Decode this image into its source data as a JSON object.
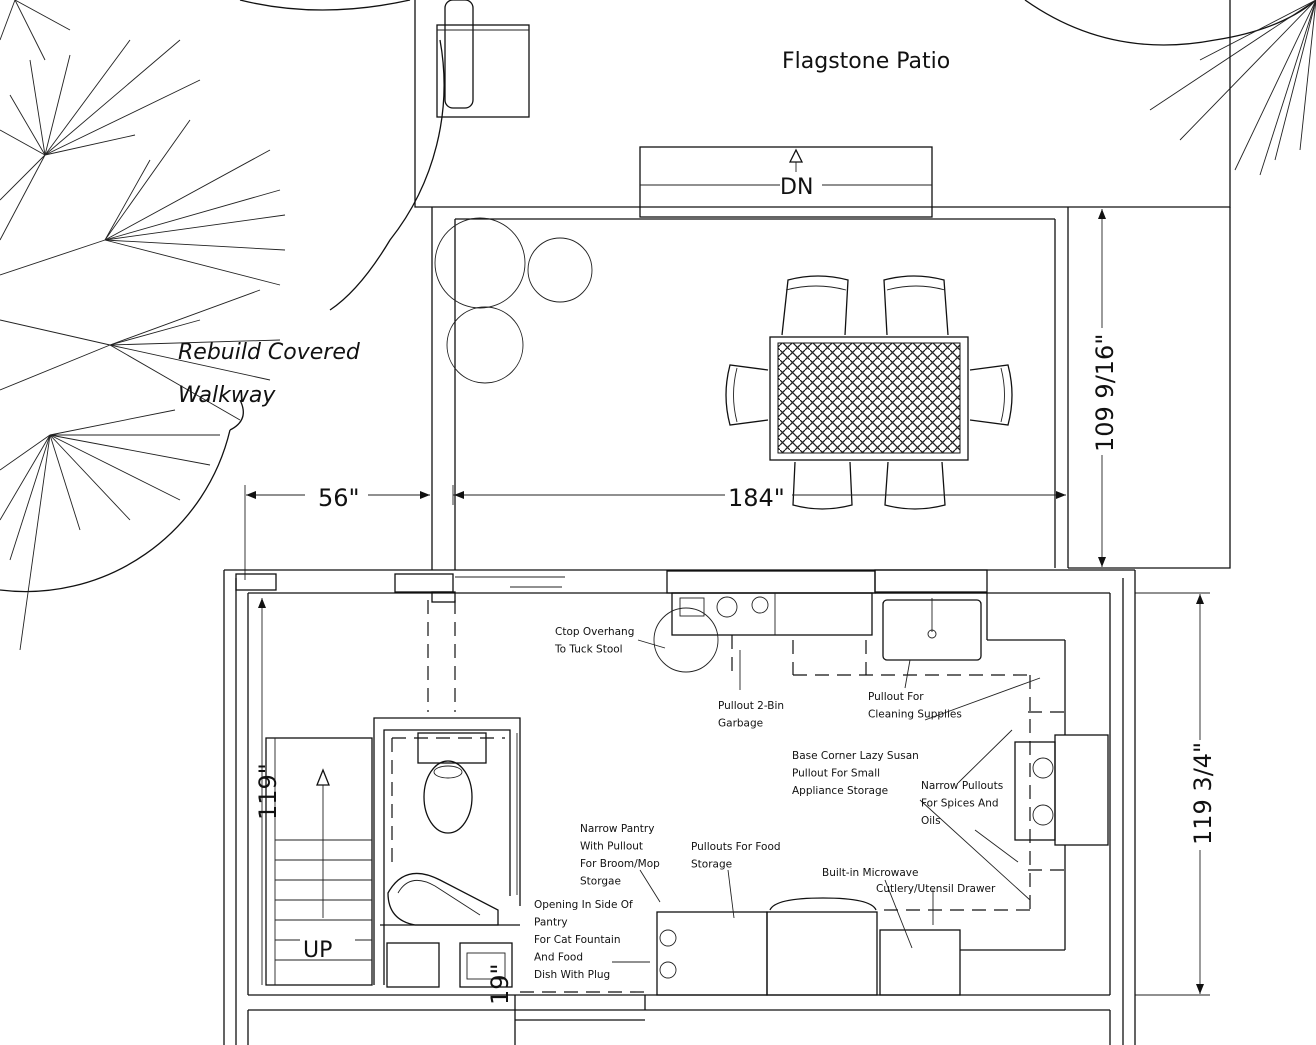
{
  "labels": {
    "patio": "Flagstone Patio",
    "walkway_line1": "Rebuild Covered",
    "walkway_line2": "Walkway",
    "dn": "DN",
    "up": "UP"
  },
  "dimensions": {
    "walkway_width": "56\"",
    "patio_width": "184\"",
    "patio_depth": "109 9/16\"",
    "kitchen_depth": "119 3/4\"",
    "stair_dim": "119\"",
    "pantry_dim": "19\""
  },
  "notes": {
    "overhang": [
      "Ctop Overhang",
      "To Tuck Stool"
    ],
    "garbage": [
      "Pullout 2-Bin",
      "Garbage"
    ],
    "cleaning": [
      "Pullout For",
      "Cleaning Supplies"
    ],
    "lazy_susan": [
      "Base Corner Lazy Susan",
      "Pullout For Small",
      "Appliance Storage"
    ],
    "spices": [
      "Narrow Pullouts",
      "For Spices And",
      "Oils"
    ],
    "pantry": [
      "Narrow Pantry",
      "With Pullout",
      "For Broom/Mop",
      "Storgae"
    ],
    "food": [
      "Pullouts For Food",
      "Storage"
    ],
    "microwave": [
      "Built-in Microwave"
    ],
    "cutlery": [
      "Cutlery/Utensil Drawer"
    ],
    "opening": [
      "Opening In Side Of",
      "Pantry",
      "For Cat Fountain",
      "And Food",
      "Dish With Plug"
    ]
  }
}
